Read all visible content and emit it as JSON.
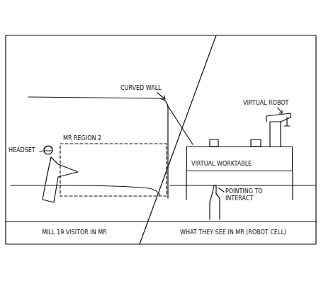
{
  "diagram": {
    "nodes": [
      {
        "text": [
          "MR REGION 2"
        ]
      },
      {
        "text": [
          "VIRTUAL WORKTABLE"
        ]
      },
      {
        "text": [
          "MILL 19 VISITOR IN MR"
        ]
      },
      {
        "text": [
          "WHAT THEY SEE IN MR (ROBOT CELL)"
        ]
      }
    ],
    "labels": [
      "CURVED WALL",
      "HEADSET",
      "VIRTUAL ROBOT",
      "POINTING TO INTERACT"
    ]
  }
}
